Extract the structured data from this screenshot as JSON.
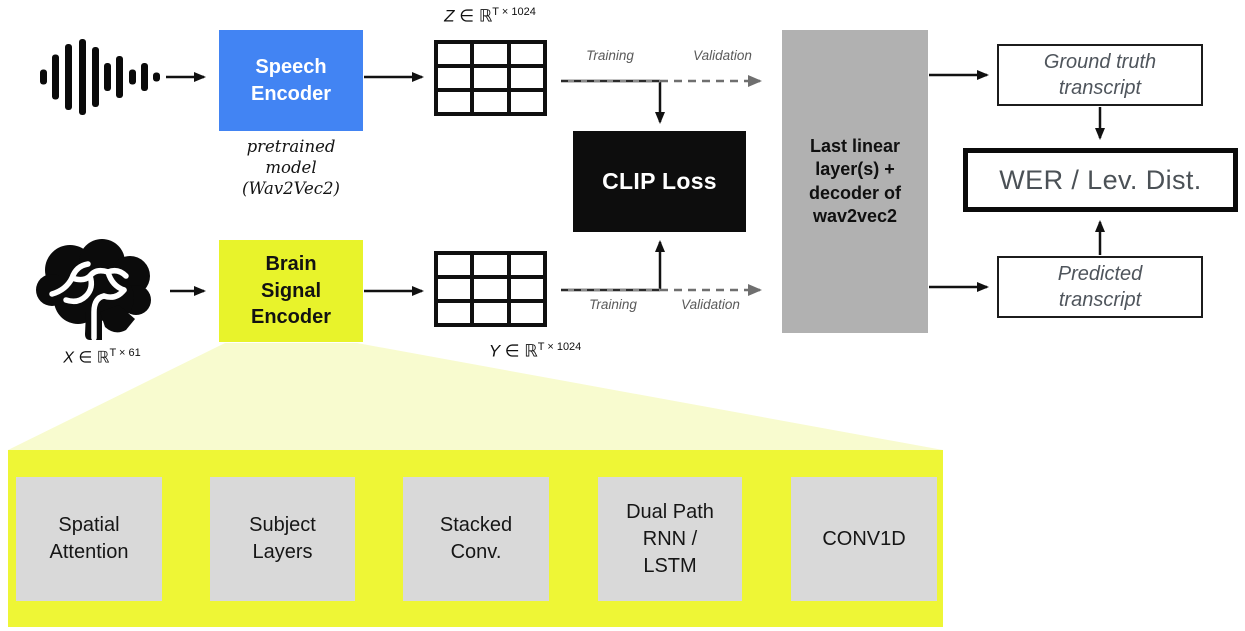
{
  "colors": {
    "speech_encoder_bg": "#4284f3",
    "brain_encoder_bg": "#e8f32b",
    "panel_bg": "#eef636",
    "funnel_bg": "#f8fbcf",
    "clip_loss_bg": "#0d0d0d",
    "decoder_bg": "#b1b1b1",
    "stage_bg": "#d9d9d9",
    "muted_text": "#4f555c"
  },
  "icons": {
    "waveform": "audio-waveform-icon",
    "brain": "brain-icon"
  },
  "speech_branch": {
    "encoder_label": "Speech\nEncoder",
    "pretrained_note": "pretrained\nmodel\n(Wav2Vec2)",
    "z_var": "Z",
    "z_in": " ∈ ℝ",
    "z_sup": "T × 1024"
  },
  "brain_branch": {
    "encoder_label": "Brain\nSignal\nEncoder",
    "x_var": "X",
    "x_in": " ∈ ℝ",
    "x_sup": "T × 61",
    "y_var": "Y",
    "y_in": " ∈ ℝ",
    "y_sup": "T × 1024"
  },
  "loss": {
    "label": "CLIP Loss"
  },
  "flow_labels": {
    "top_training": "Training",
    "top_validation": "Validation",
    "bottom_training": "Training",
    "bottom_validation": "Validation"
  },
  "decoder": {
    "label": "Last linear\nlayer(s) +\ndecoder of\nwav2vec2"
  },
  "evaluation": {
    "ground_truth": "Ground truth\ntranscript",
    "metric": "WER / Lev. Dist.",
    "predicted": "Predicted\ntranscript"
  },
  "encoder_detail": {
    "stages": [
      {
        "label": "Spatial\nAttention"
      },
      {
        "label": "Subject\nLayers"
      },
      {
        "label": "Stacked\nConv."
      },
      {
        "label": "Dual Path\nRNN /\nLSTM"
      },
      {
        "label": "CONV1D"
      }
    ]
  }
}
